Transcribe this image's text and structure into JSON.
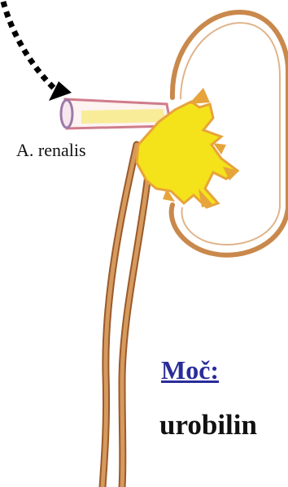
{
  "labels": {
    "artery": "A. renalis",
    "urine_heading": "Moč:",
    "urine_text": "urobilin"
  },
  "colors": {
    "ureter": "#c8874a",
    "ureter_edge": "#9a5a2a",
    "capsule": "#c9894c",
    "pelvis_yellow": "#f4e21a",
    "pelvis_orange": "#e7a43a",
    "artery_outline": "#d07c8c",
    "arrow": "#000000",
    "heading_blue": "#2a2c9a"
  }
}
